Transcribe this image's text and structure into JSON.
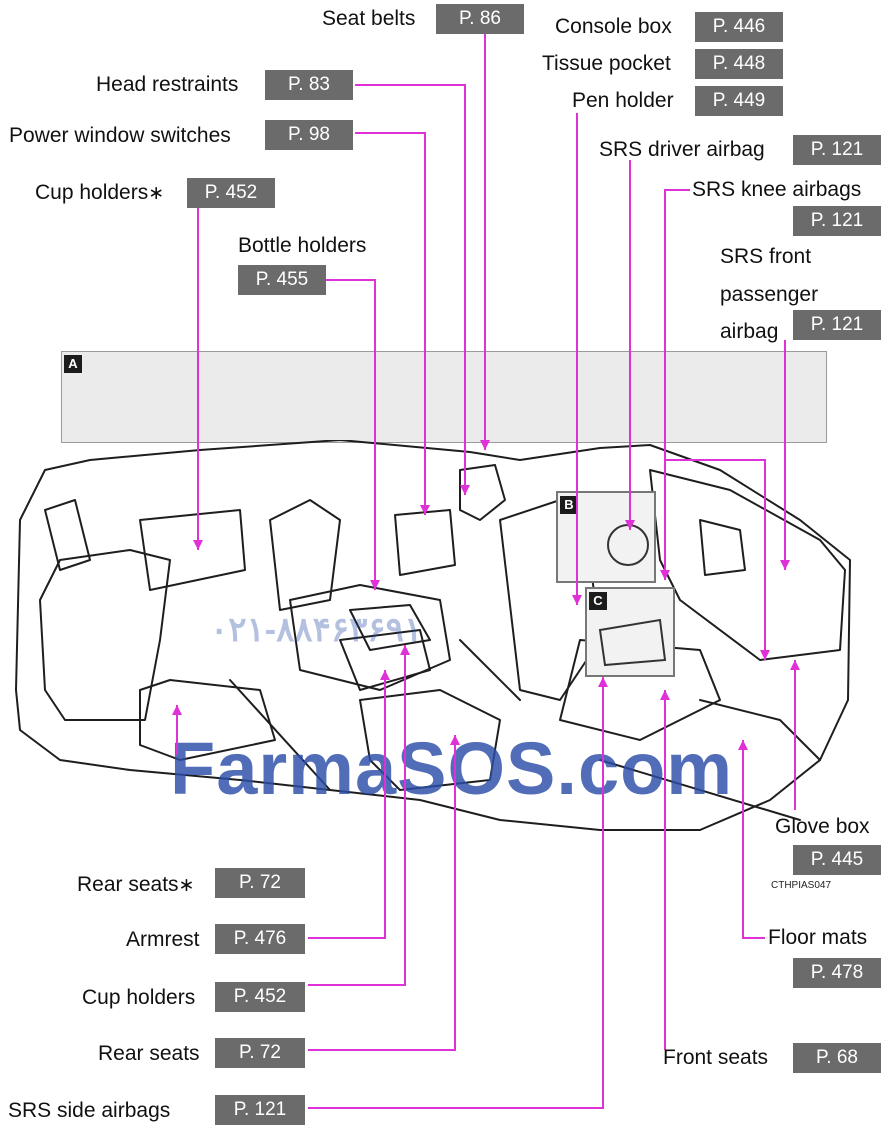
{
  "section_tags": {
    "a": "A",
    "b": "B",
    "c": "C"
  },
  "figure_code": "CTHPIAS047",
  "watermark": {
    "text": "FarmaSOS.com",
    "phone": "۰۲۱-۸۸۴۶۳۶۹۱"
  },
  "callouts": {
    "seat_belts": {
      "label": "Seat belts",
      "page": "P. 86"
    },
    "console_box": {
      "label": "Console box",
      "page": "P. 446"
    },
    "tissue_pocket": {
      "label": "Tissue pocket",
      "page": "P. 448"
    },
    "pen_holder": {
      "label": "Pen holder",
      "page": "P. 449"
    },
    "head_restraints": {
      "label": "Head restraints",
      "page": "P. 83"
    },
    "power_window_switches": {
      "label": "Power window switches",
      "page": "P. 98"
    },
    "srs_driver_airbag": {
      "label": "SRS driver airbag",
      "page": "P. 121"
    },
    "srs_knee_airbags": {
      "label": "SRS knee airbags",
      "page": "P. 121"
    },
    "cup_holders_top": {
      "label": "Cup holders",
      "marker": "∗",
      "page": "P. 452"
    },
    "bottle_holders": {
      "label": "Bottle holders",
      "page": "P. 455"
    },
    "srs_front_passenger_airbag": {
      "label_line1": "SRS front",
      "label_line2": "passenger",
      "label_line3": "airbag",
      "page": "P. 121"
    },
    "glove_box": {
      "label": "Glove box",
      "page": "P. 445"
    },
    "rear_seats_star": {
      "label": "Rear seats",
      "marker": "∗",
      "page": "P. 72"
    },
    "armrest": {
      "label": "Armrest",
      "page": "P. 476"
    },
    "floor_mats": {
      "label": "Floor mats",
      "page": "P. 478"
    },
    "cup_holders_bottom": {
      "label": "Cup holders",
      "page": "P. 452"
    },
    "rear_seats": {
      "label": "Rear seats",
      "page": "P. 72"
    },
    "front_seats": {
      "label": "Front seats",
      "page": "P. 68"
    },
    "srs_side_airbags": {
      "label": "SRS side airbags",
      "page": "P. 121"
    }
  },
  "colors": {
    "leader": "#e030d8",
    "page_box": "#6b6b6b",
    "watermark": "#2c4ea9"
  }
}
